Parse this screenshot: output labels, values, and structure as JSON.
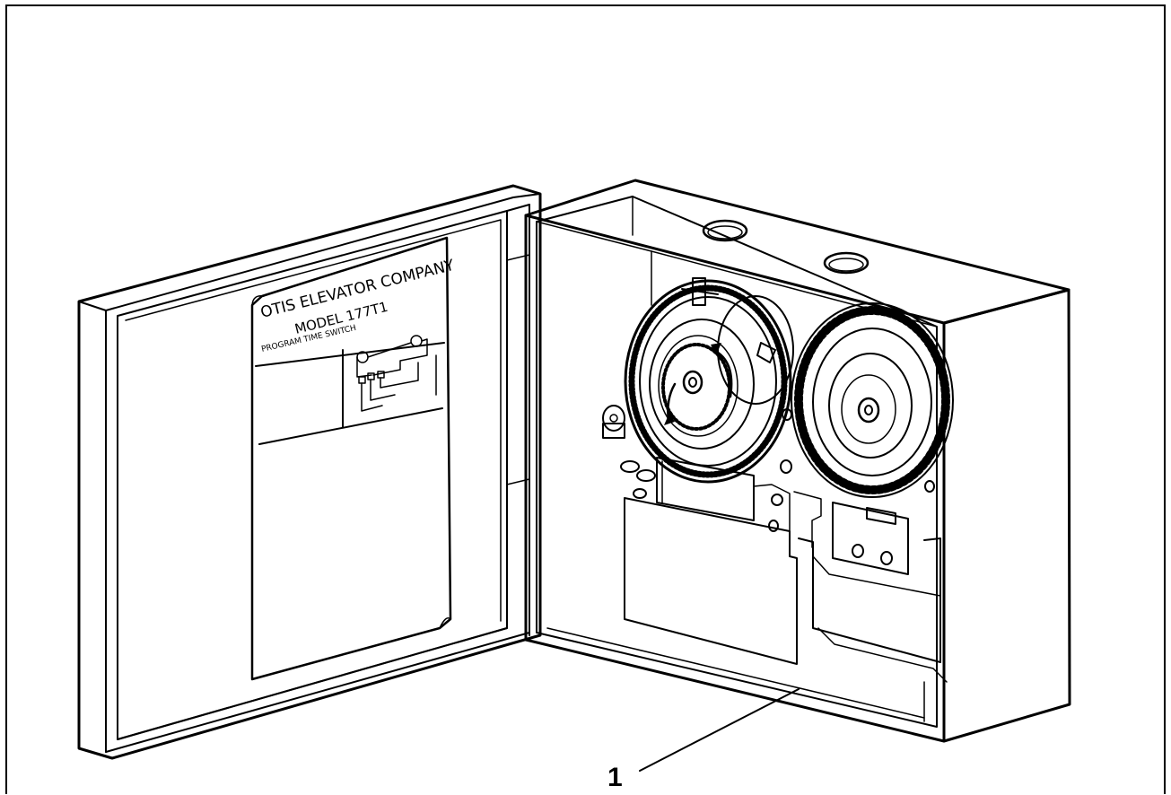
{
  "figure": {
    "callout": "1"
  },
  "door_label": {
    "line1": "OTIS ELEVATOR COMPANY",
    "line2": "MODEL 177T1",
    "line3": "PROGRAM TIME SWITCH"
  },
  "colors": {
    "ink": "#000000",
    "paper": "#ffffff"
  }
}
